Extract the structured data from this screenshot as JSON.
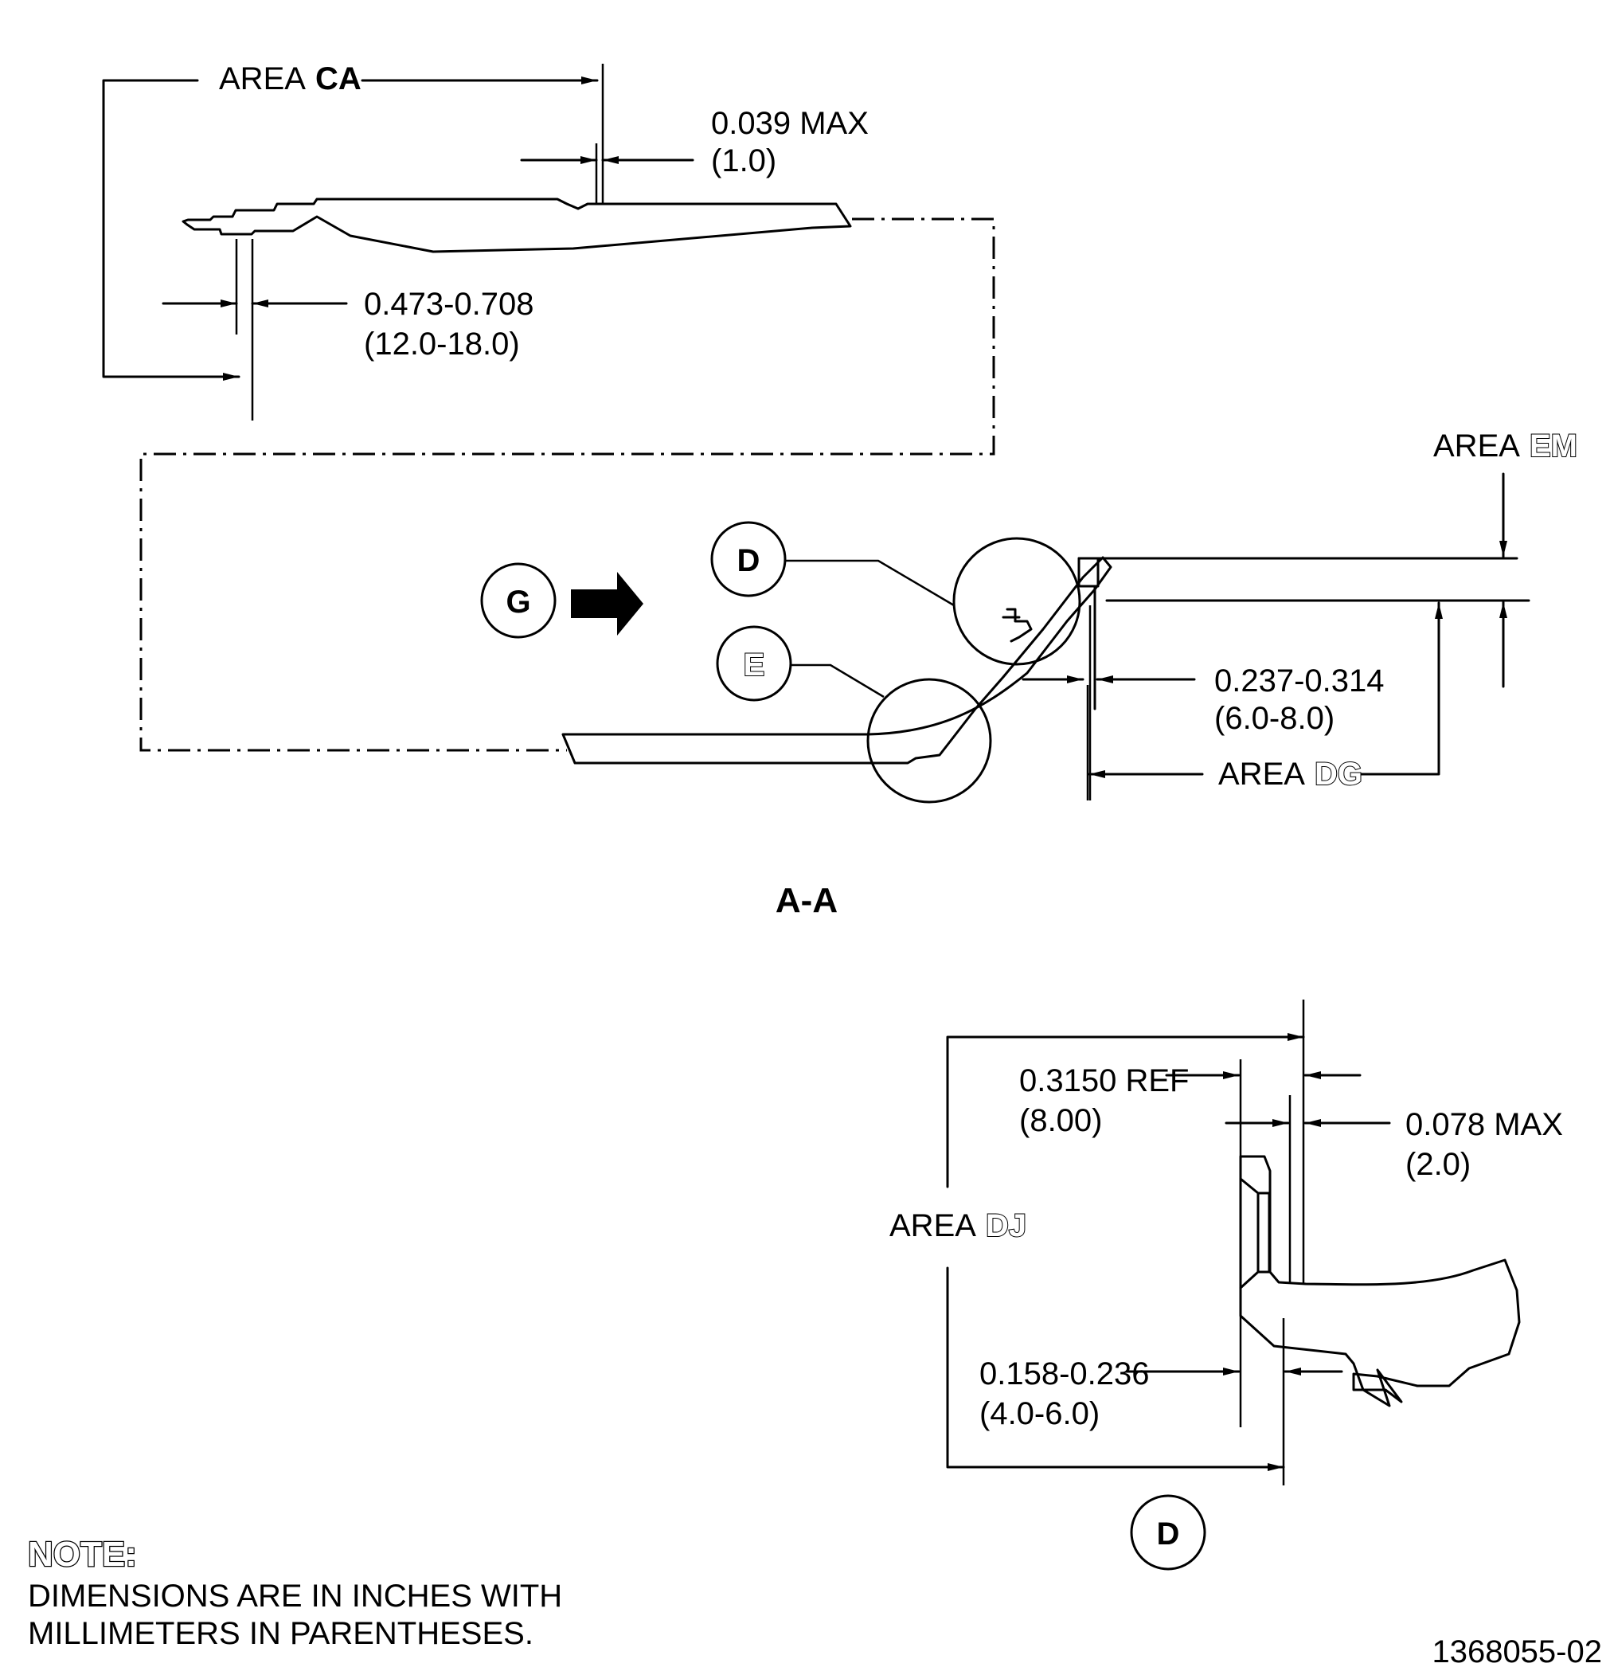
{
  "labels": {
    "area_word": "AREA",
    "area_ca": "CA",
    "area_em": "EM",
    "area_dg": "DG",
    "area_dj": "DJ",
    "dim_0039": "0.039 MAX",
    "dim_0039_mm": "(1.0)",
    "dim_0473": "0.473-0.708",
    "dim_0473_mm": "(12.0-18.0)",
    "dim_0237": "0.237-0.314",
    "dim_0237_mm": "(6.0-8.0)",
    "dim_03150": "0.3150 REF",
    "dim_03150_mm": "(8.00)",
    "dim_0078": "0.078 MAX",
    "dim_0078_mm": "(2.0)",
    "dim_0158": "0.158-0.236",
    "dim_0158_mm": "(4.0-6.0)",
    "callout_g": "G",
    "callout_d": "D",
    "callout_e": "E",
    "section_view": "A-A",
    "detail_view": "D"
  },
  "note": {
    "heading": "NOTE:",
    "line1": "DIMENSIONS ARE IN INCHES WITH",
    "line2": "MILLIMETERS IN PARENTHESES."
  },
  "drawing_number": "1368055-02"
}
